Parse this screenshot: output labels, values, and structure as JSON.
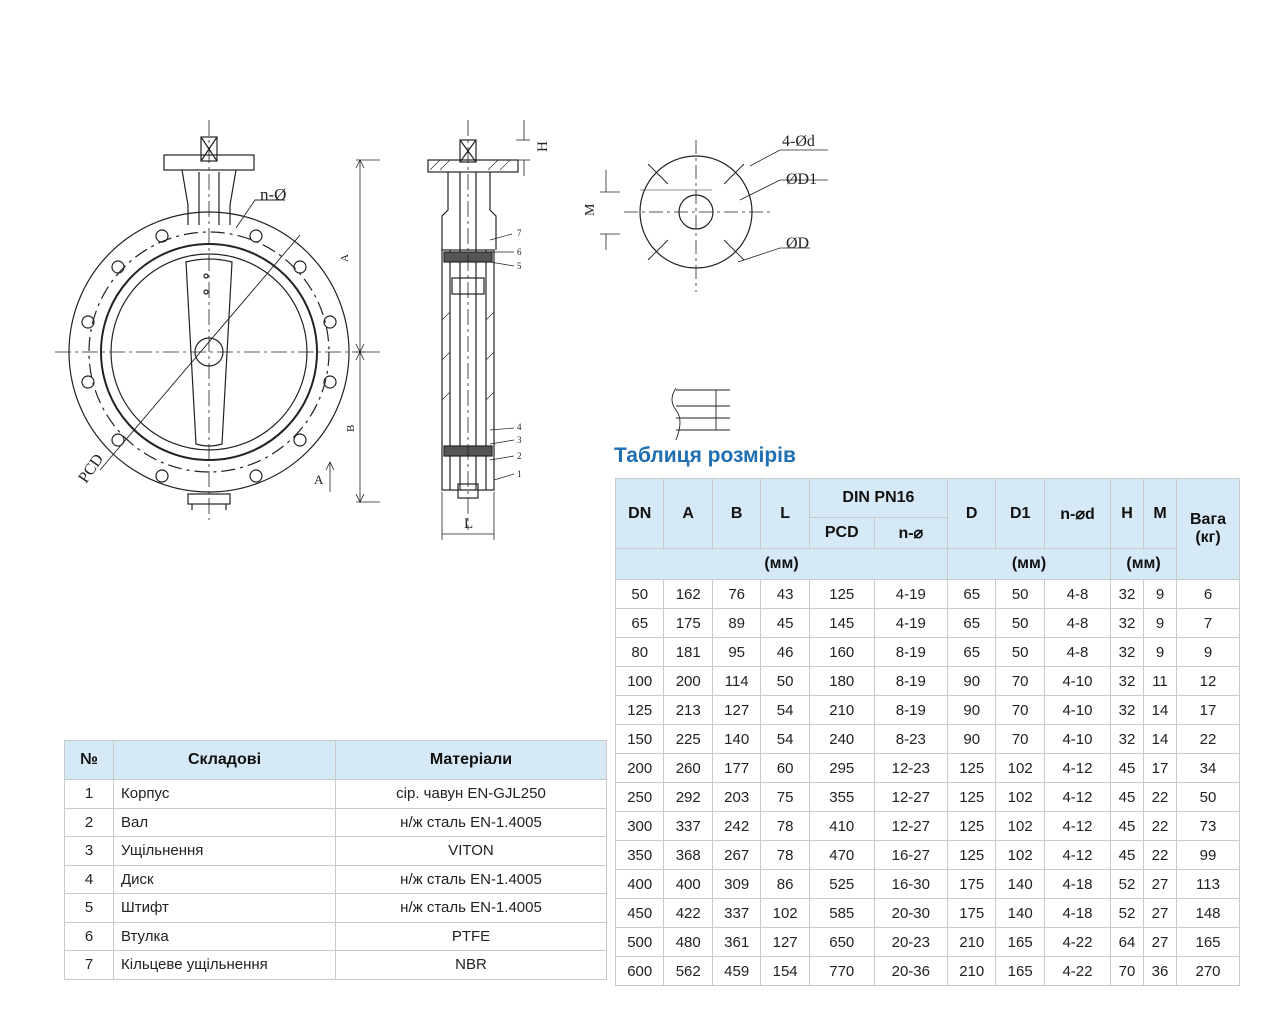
{
  "drawing": {
    "front_labels": {
      "n_phi": "n-Ø",
      "pcd": "PCD",
      "a": "A",
      "b": "B",
      "a_arrow": "A"
    },
    "side_labels": {
      "h": "H",
      "l": "L",
      "callouts": [
        "7",
        "6",
        "5",
        "4",
        "3",
        "2",
        "1"
      ]
    },
    "flange_labels": {
      "holes": "4-Ød",
      "d1": "ØD1",
      "d": "ØD",
      "m": "M"
    }
  },
  "dims_table": {
    "title": "Таблиця розмірів",
    "headers": {
      "dn": "DN",
      "a": "A",
      "b": "B",
      "l": "L",
      "din": "DIN PN16",
      "pcd": "PCD",
      "n_phi": "n-⌀",
      "d": "D",
      "d1": "D1",
      "n_d": "n-⌀d",
      "h": "H",
      "m": "M",
      "weight": "Вага (кг)",
      "unit_mm_1": "(мм)",
      "unit_mm_2": "(мм)",
      "unit_mm_3": "(мм)"
    },
    "rows": [
      [
        "50",
        "162",
        "76",
        "43",
        "125",
        "4-19",
        "65",
        "50",
        "4-8",
        "32",
        "9",
        "6"
      ],
      [
        "65",
        "175",
        "89",
        "45",
        "145",
        "4-19",
        "65",
        "50",
        "4-8",
        "32",
        "9",
        "7"
      ],
      [
        "80",
        "181",
        "95",
        "46",
        "160",
        "8-19",
        "65",
        "50",
        "4-8",
        "32",
        "9",
        "9"
      ],
      [
        "100",
        "200",
        "114",
        "50",
        "180",
        "8-19",
        "90",
        "70",
        "4-10",
        "32",
        "11",
        "12"
      ],
      [
        "125",
        "213",
        "127",
        "54",
        "210",
        "8-19",
        "90",
        "70",
        "4-10",
        "32",
        "14",
        "17"
      ],
      [
        "150",
        "225",
        "140",
        "54",
        "240",
        "8-23",
        "90",
        "70",
        "4-10",
        "32",
        "14",
        "22"
      ],
      [
        "200",
        "260",
        "177",
        "60",
        "295",
        "12-23",
        "125",
        "102",
        "4-12",
        "45",
        "17",
        "34"
      ],
      [
        "250",
        "292",
        "203",
        "75",
        "355",
        "12-27",
        "125",
        "102",
        "4-12",
        "45",
        "22",
        "50"
      ],
      [
        "300",
        "337",
        "242",
        "78",
        "410",
        "12-27",
        "125",
        "102",
        "4-12",
        "45",
        "22",
        "73"
      ],
      [
        "350",
        "368",
        "267",
        "78",
        "470",
        "16-27",
        "125",
        "102",
        "4-12",
        "45",
        "22",
        "99"
      ],
      [
        "400",
        "400",
        "309",
        "86",
        "525",
        "16-30",
        "175",
        "140",
        "4-18",
        "52",
        "27",
        "113"
      ],
      [
        "450",
        "422",
        "337",
        "102",
        "585",
        "20-30",
        "175",
        "140",
        "4-18",
        "52",
        "27",
        "148"
      ],
      [
        "500",
        "480",
        "361",
        "127",
        "650",
        "20-23",
        "210",
        "165",
        "4-22",
        "64",
        "27",
        "165"
      ],
      [
        "600",
        "562",
        "459",
        "154",
        "770",
        "20-36",
        "210",
        "165",
        "4-22",
        "70",
        "36",
        "270"
      ]
    ]
  },
  "parts_table": {
    "headers": {
      "no": "№",
      "part": "Складові",
      "material": "Матеріали"
    },
    "rows": [
      [
        "1",
        "Корпус",
        "сір. чавун EN-GJL250"
      ],
      [
        "2",
        "Вал",
        "н/ж сталь EN-1.4005"
      ],
      [
        "3",
        "Ущільнення",
        "VITON"
      ],
      [
        "4",
        "Диск",
        "н/ж сталь EN-1.4005"
      ],
      [
        "5",
        "Штифт",
        "н/ж сталь EN-1.4005"
      ],
      [
        "6",
        "Втулка",
        "PTFE"
      ],
      [
        "7",
        "Кільцеве ущільнення",
        "NBR"
      ]
    ]
  }
}
